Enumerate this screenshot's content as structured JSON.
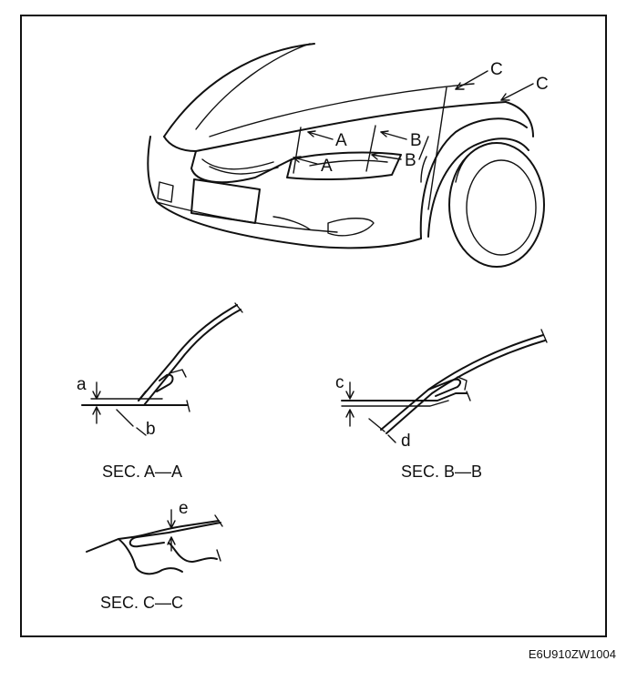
{
  "labels": {
    "section_a": "A",
    "section_b": "B",
    "section_c": "C",
    "gap_a": "a",
    "gap_b": "b",
    "gap_c": "c",
    "gap_d": "d",
    "gap_e": "e"
  },
  "captions": {
    "sec_aa": "SEC. A—A",
    "sec_bb": "SEC. B—B",
    "sec_cc": "SEC. C—C"
  },
  "figure_code": "E6U910ZW1004"
}
